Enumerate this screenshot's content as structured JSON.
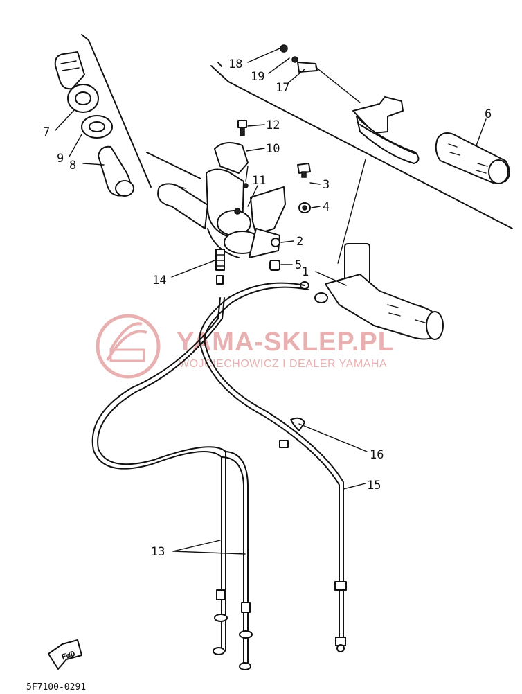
{
  "diagram": {
    "callouts": [
      {
        "id": "c1",
        "label": "1"
      },
      {
        "id": "c2",
        "label": "2"
      },
      {
        "id": "c3",
        "label": "3"
      },
      {
        "id": "c4",
        "label": "4"
      },
      {
        "id": "c5",
        "label": "5"
      },
      {
        "id": "c6",
        "label": "6"
      },
      {
        "id": "c7",
        "label": "7"
      },
      {
        "id": "c8",
        "label": "8"
      },
      {
        "id": "c9",
        "label": "9"
      },
      {
        "id": "c10",
        "label": "10"
      },
      {
        "id": "c11",
        "label": "11"
      },
      {
        "id": "c12",
        "label": "12"
      },
      {
        "id": "c13",
        "label": "13"
      },
      {
        "id": "c14",
        "label": "14"
      },
      {
        "id": "c15",
        "label": "15"
      },
      {
        "id": "c16",
        "label": "16"
      },
      {
        "id": "c17",
        "label": "17"
      },
      {
        "id": "c18",
        "label": "18"
      },
      {
        "id": "c19",
        "label": "19"
      }
    ],
    "direction_label": "FWD",
    "drawing_code": "5F7100-0291"
  },
  "watermark": {
    "brand": "YAMA-SKLEP.PL",
    "tagline": "WOJCIECHOWICZ I DEALER YAMAHA",
    "color": "#e8b0b0"
  }
}
